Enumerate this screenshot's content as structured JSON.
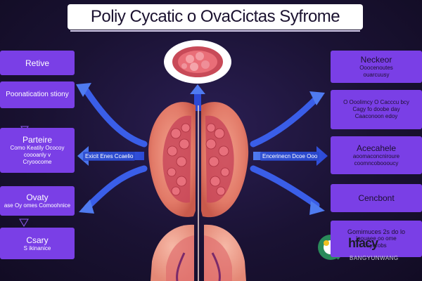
{
  "title": "Poliy Cycatic o OvaCictas Syfrome",
  "left_boxes": [
    {
      "head": "Retive",
      "sub": []
    },
    {
      "head": "Poonatication stiony",
      "sub": []
    },
    {
      "head": "Parteire",
      "sub": [
        "Como Keatily Ococoy",
        "coooanly v",
        "Cryoocome"
      ]
    },
    {
      "head": "Ovaty",
      "sub": [
        "ase Oy omes Comoohnice"
      ]
    },
    {
      "head": "Csary",
      "sub": [
        "S ikinanice"
      ]
    }
  ],
  "right_boxes": [
    {
      "head": "Neckeor",
      "sub": [
        "Ooocenoutes",
        "ouarcuusy"
      ]
    },
    {
      "head": "",
      "sub": [
        "O Ooolimcy O Cacccu bcy",
        "Cagy fo doobe day",
        "Caaconoon edoy"
      ]
    },
    {
      "head": "Acecahele",
      "sub": [
        "aoomaconcniroure",
        "coomncoboooucy"
      ]
    },
    {
      "head": "Cencbont",
      "sub": []
    },
    {
      "head": "Gomimuces 2s do lo",
      "sub": [
        "loouaee oo ome",
        "Syhrobs"
      ]
    }
  ],
  "arrow_labels": {
    "left": "Exicit Enes Ccaelio",
    "right": "Encerinecn Dcoe Ooo"
  },
  "watermark": {
    "text": "hfacy",
    "sub": "BANGYUNWANG"
  },
  "colors": {
    "box": "#7a3fe6",
    "arrow": "#3a5ee8",
    "organ": "#e8867a",
    "background": "#1a1233"
  }
}
